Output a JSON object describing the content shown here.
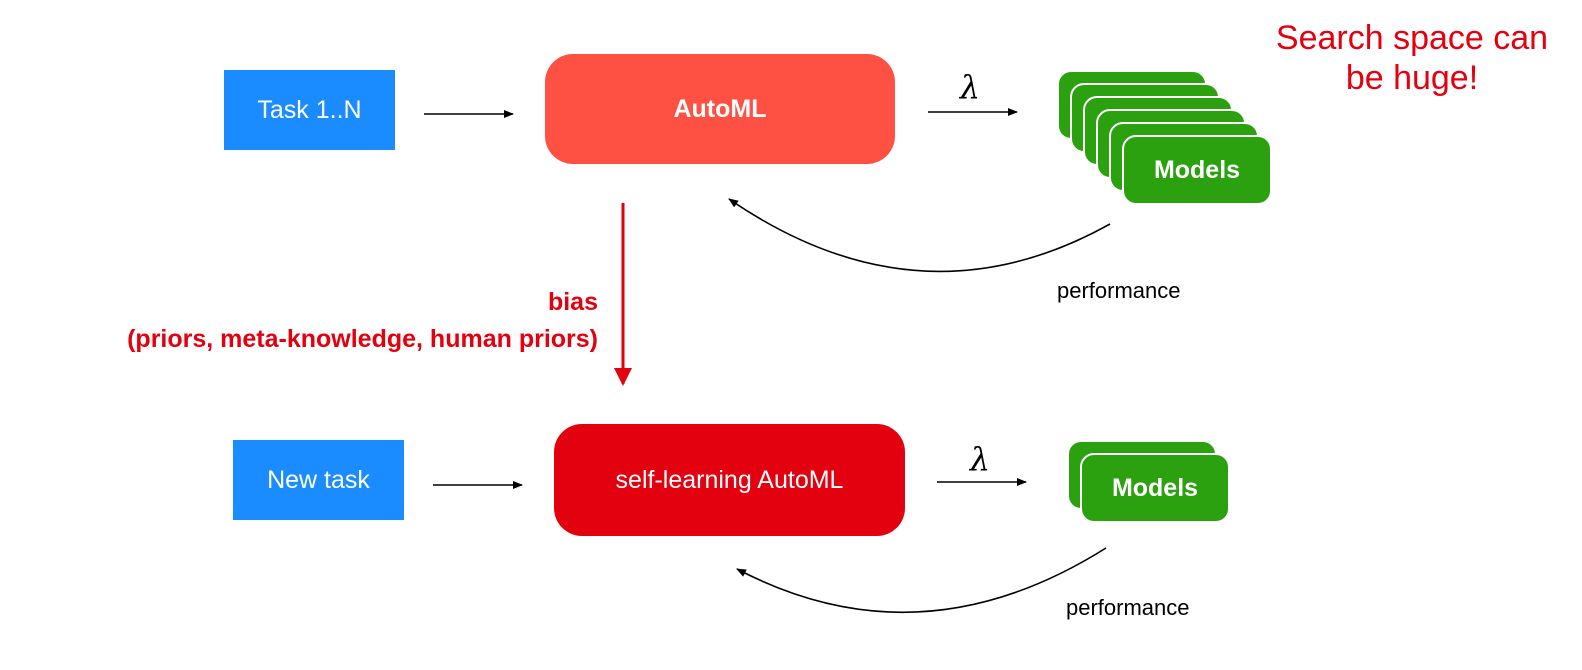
{
  "top_row": {
    "input_label": "Task 1..N",
    "process_label": "AutoML",
    "lambda": "λ",
    "models_label": "Models",
    "feedback_label": "performance"
  },
  "bottom_row": {
    "input_label": "New task",
    "process_label": "self-learning AutoML",
    "lambda": "λ",
    "models_label": "Models",
    "feedback_label": "performance"
  },
  "bias": {
    "line1": "bias",
    "line2": "(priors, meta-knowledge, human priors)"
  },
  "note": {
    "line1": "Search space can",
    "line2": "be huge!"
  },
  "colors": {
    "task_blue": "#1a8cff",
    "automl_red": "#ff5044",
    "self_learning_red": "#e3000f",
    "models_green": "#2ca10f",
    "annotation_red": "#e3000f"
  }
}
